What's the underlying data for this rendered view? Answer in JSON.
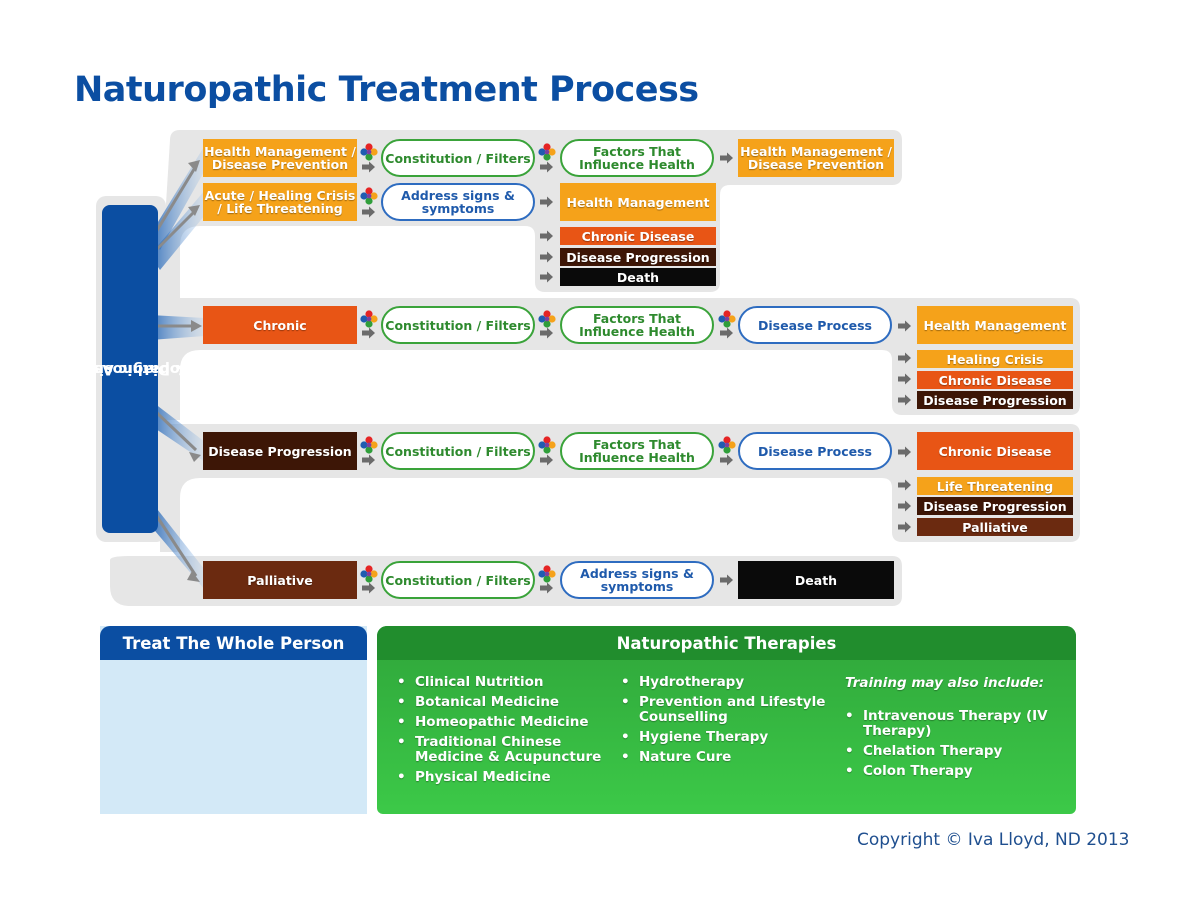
{
  "title": "Naturopathic Treatment Process",
  "assessment_label_line1": "Naturopathic Assessment",
  "assessment_label_line2": "& Diagnosis",
  "rows": {
    "r1": {
      "start": "Health Management / Disease Prevention",
      "step1": "Constitution / Filters",
      "step2": "Factors That Influence Health",
      "result": "Health Management / Disease Prevention"
    },
    "r2": {
      "start": "Acute / Healing Crisis / Life Threatening",
      "step1": "Address signs & symptoms",
      "outcomes": [
        "Health Management",
        "Chronic Disease",
        "Disease Progression",
        "Death"
      ]
    },
    "r3": {
      "start": "Chronic",
      "step1": "Constitution / Filters",
      "step2": "Factors That Influence Health",
      "step3": "Disease Process",
      "outcomes": [
        "Health Management",
        "Healing Crisis",
        "Chronic Disease",
        "Disease Progression"
      ]
    },
    "r4": {
      "start": "Disease Progression",
      "step1": "Constitution / Filters",
      "step2": "Factors That Influence Health",
      "step3": "Disease Process",
      "outcomes": [
        "Chronic Disease",
        "Life Threatening",
        "Disease Progression",
        "Palliative"
      ]
    },
    "r5": {
      "start": "Palliative",
      "step1": "Constitution / Filters",
      "step2": "Address signs & symptoms",
      "result": "Death"
    }
  },
  "panels": {
    "whole_person": {
      "title": "Treat The Whole  Person"
    },
    "therapies": {
      "title": "Naturopathic Therapies",
      "col1": [
        "Clinical Nutrition",
        "Botanical Medicine",
        "Homeopathic Medicine",
        "Traditional Chinese Medicine & Acupuncture",
        "Physical Medicine"
      ],
      "col2": [
        "Hydrotherapy",
        "Prevention and Lifestyle Counselling",
        "Hygiene Therapy",
        "Nature Cure"
      ],
      "training_label": "Training may also include:",
      "col3": [
        "Intravenous Therapy (IV Therapy)",
        "Chelation Therapy",
        "Colon Therapy"
      ]
    }
  },
  "copyright": "Copyright © Iva Lloyd, ND 2013",
  "colors": {
    "brand_blue": "#0b4ea2",
    "orange": "#f5a21a",
    "red_orange": "#e85515",
    "brown": "#6b2a10",
    "black": "#0a0a0a",
    "green": "#2fa53a",
    "track_gray": "#e6e6e6"
  },
  "icons": {
    "puzzle": "puzzle-icon",
    "arrow": "arrow-right-icon",
    "gears": "gears-icon"
  }
}
